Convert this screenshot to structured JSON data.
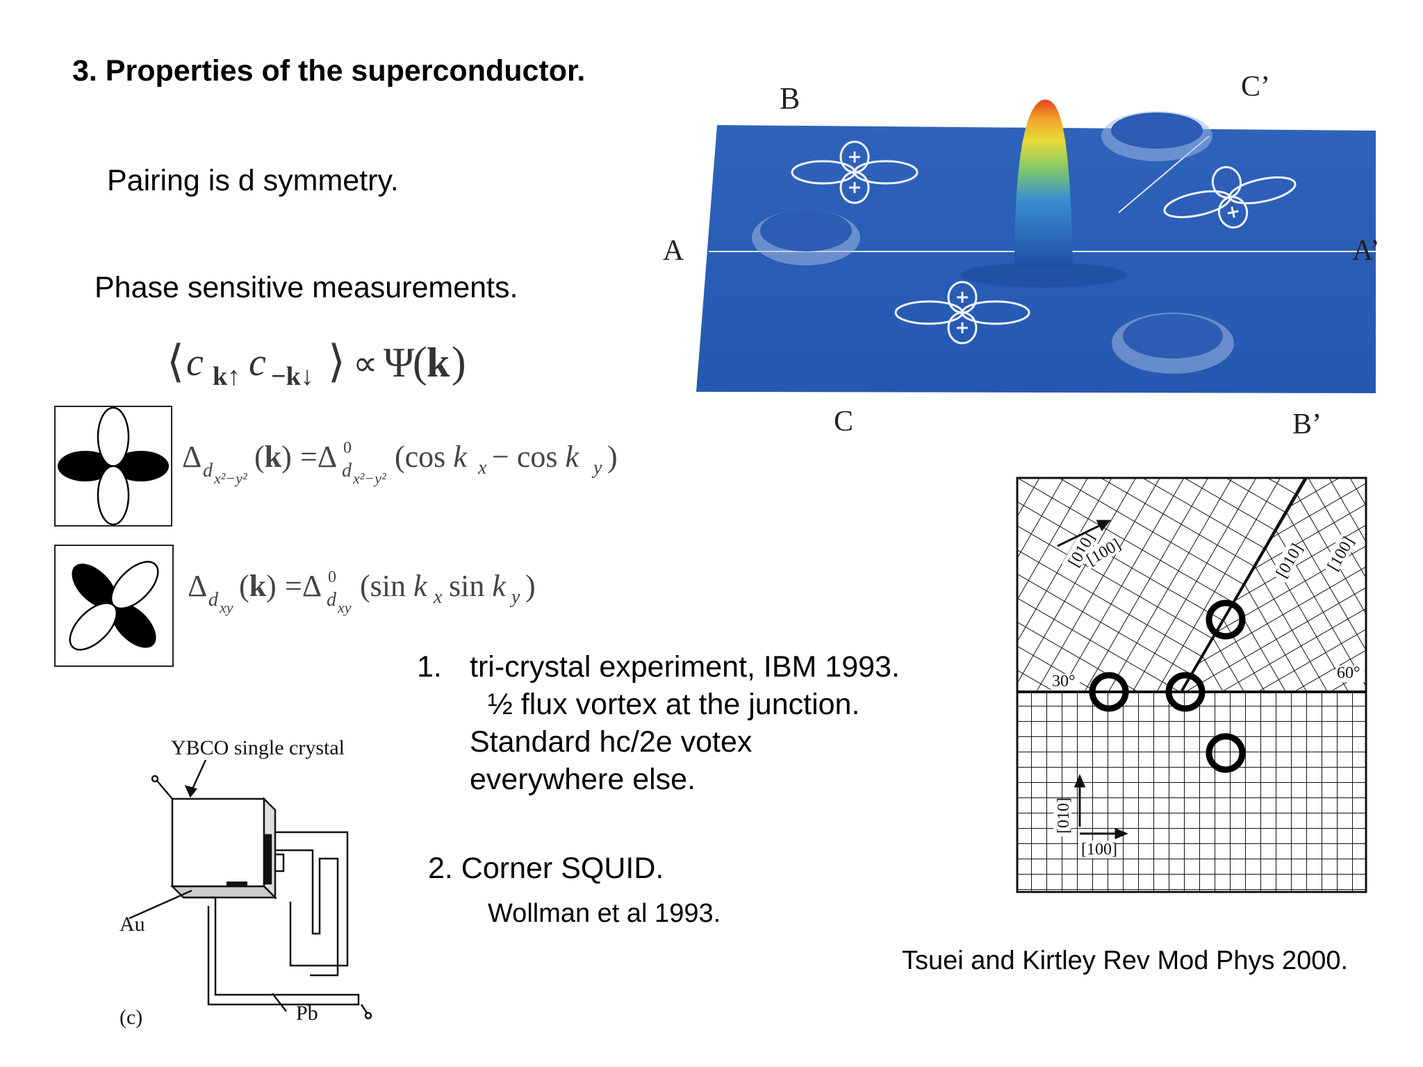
{
  "slide": {
    "title": "3. Properties of the superconductor.",
    "pairing": "Pairing is d symmetry.",
    "phase": "Phase sensitive measurements."
  },
  "formulas": {
    "correlator": "⟨c k↑ c −k↓⟩ ∝ Ψ(k)",
    "dx2y2": "Δ d x²−y² (k) = Δ⁰ d x²−y² (cos kx − cos ky)",
    "dxy": "Δ d xy (k) = Δ⁰ d xy (sin kx sin ky)"
  },
  "experiments": {
    "item1_number": "1.",
    "item1_line1": "tri-crystal experiment, IBM 1993.",
    "item1_line2": "½ flux vortex at the junction.",
    "item1_line3": "Standard hc/2e votex",
    "item1_line4": "everywhere else.",
    "item2": "2. Corner SQUID.",
    "item2_ref": "Wollman  et al 1993."
  },
  "stm_figure": {
    "label_B": "B",
    "label_C_prime": "C’",
    "label_A": "A",
    "label_A_prime": "A’",
    "label_C": "C",
    "label_B_prime": "B’"
  },
  "squid_figure": {
    "label_ybco": "YBCO  single crystal",
    "label_au": "Au",
    "label_pb": "Pb",
    "label_c": "(c)"
  },
  "tricrystal_figure": {
    "dir_010": "[010]",
    "dir_100": "[100]",
    "angle_30": "30°",
    "angle_60": "60°"
  },
  "citation": "Tsuei and Kirtley Rev Mod Phys 2000."
}
